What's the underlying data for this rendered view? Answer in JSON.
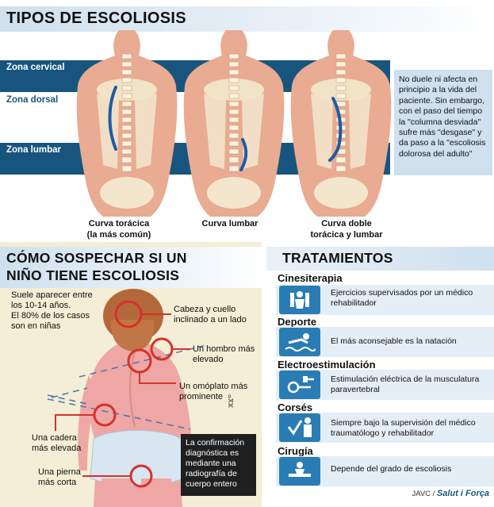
{
  "header": {
    "title": "TIPOS DE ESCOLIOSIS"
  },
  "zones": {
    "cervical": "Zona cervical",
    "dorsal": "Zona dorsal",
    "lumbar": "Zona lumbar"
  },
  "curves": [
    {
      "line1": "Curva torácica",
      "line2": "(la más común)"
    },
    {
      "line1": "Curva lumbar",
      "line2": ""
    },
    {
      "line1": "Curva doble",
      "line2": "torácica y lumbar"
    }
  ],
  "side_note": "No duele ni afecta en principio a la vida del paciente. Sin embargo, con el paso del tiempo la \"columna desviada\" sufre más \"desgase\" y da paso a la \"escoliosis dolorosa del adulto\"",
  "suspect": {
    "title_line1": "CÓMO SOSPECHAR SI UN",
    "title_line2": "NIÑO TIENE ESCOLIOSIS",
    "intro1": "Suele aparecer entre los 10-14 años.",
    "intro2": "El 80% de los casos son en niñas",
    "signs": {
      "head": "Cabeza y cuello inclinado a un lado",
      "shoulder": "Un hombro más elevado",
      "scapula": "Un omóplato más prominente",
      "hip": "Una cadera más elevada",
      "leg": "Una pierna más corta"
    },
    "confirm": "La confirmación diagnóstica es mediante una radiografía de cuerpo entero",
    "side_mark": "ⴰⴳⵣ"
  },
  "treatments": {
    "title": "TRATAMIENTOS",
    "items": [
      {
        "name": "Cinesiterapia",
        "desc": "Ejercicios supervisados por un médico rehabilitador",
        "icon": "exercise-icon"
      },
      {
        "name": "Deporte",
        "desc": "El más aconsejable es la natación",
        "icon": "swimming-icon"
      },
      {
        "name": "Electroestimulación",
        "desc": "Estimulación eléctrica de la musculatura paravertebral",
        "icon": "electrode-icon"
      },
      {
        "name": "Corsés",
        "desc": "Siempre bajo la supervisión del médico traumatólogo y rehabilitador",
        "icon": "corset-icon"
      },
      {
        "name": "Cirugía",
        "desc": "Depende del grado de escoliosis",
        "icon": "surgery-icon"
      }
    ]
  },
  "credit": {
    "prefix": "JAVC /",
    "brand": "Salut i Força"
  },
  "colors": {
    "band": "#17557e",
    "accent_red": "#d6312b",
    "panel_beige": "#f3eed5",
    "icon_blue": "#2a7cb4"
  }
}
